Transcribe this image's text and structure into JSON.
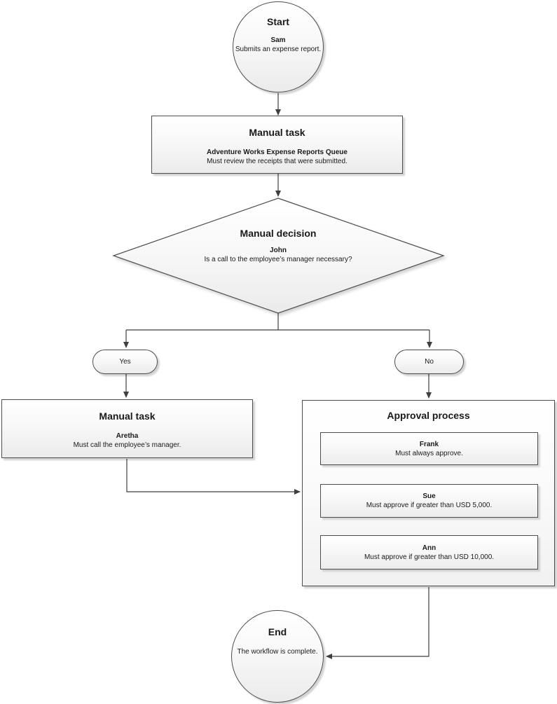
{
  "colors": {
    "line": "#3f3f3f",
    "shape_border": "#4d4d4d",
    "shape_fill_top": "#ffffff",
    "shape_fill_bottom": "#ebebeb",
    "text": "#1a1a1a"
  },
  "nodes": {
    "start": {
      "title": "Start",
      "name": "Sam",
      "description": "Submits an expense report."
    },
    "review_task": {
      "title": "Manual task",
      "name": "Adventure Works Expense Reports Queue",
      "description": "Must review the receipts that were submitted."
    },
    "decision": {
      "title": "Manual decision",
      "name": "John",
      "description": "Is a call to the employee’s manager necessary?"
    },
    "branch_yes": {
      "label": "Yes"
    },
    "branch_no": {
      "label": "No"
    },
    "call_task": {
      "title": "Manual task",
      "name": "Aretha",
      "description": "Must call the employee’s manager."
    },
    "approval": {
      "title": "Approval process",
      "steps": [
        {
          "name": "Frank",
          "description": "Must always approve."
        },
        {
          "name": "Sue",
          "description": "Must approve if greater than USD 5,000."
        },
        {
          "name": "Ann",
          "description": "Must approve if greater than USD 10,000."
        }
      ]
    },
    "end": {
      "title": "End",
      "description": "The workflow is complete."
    }
  }
}
